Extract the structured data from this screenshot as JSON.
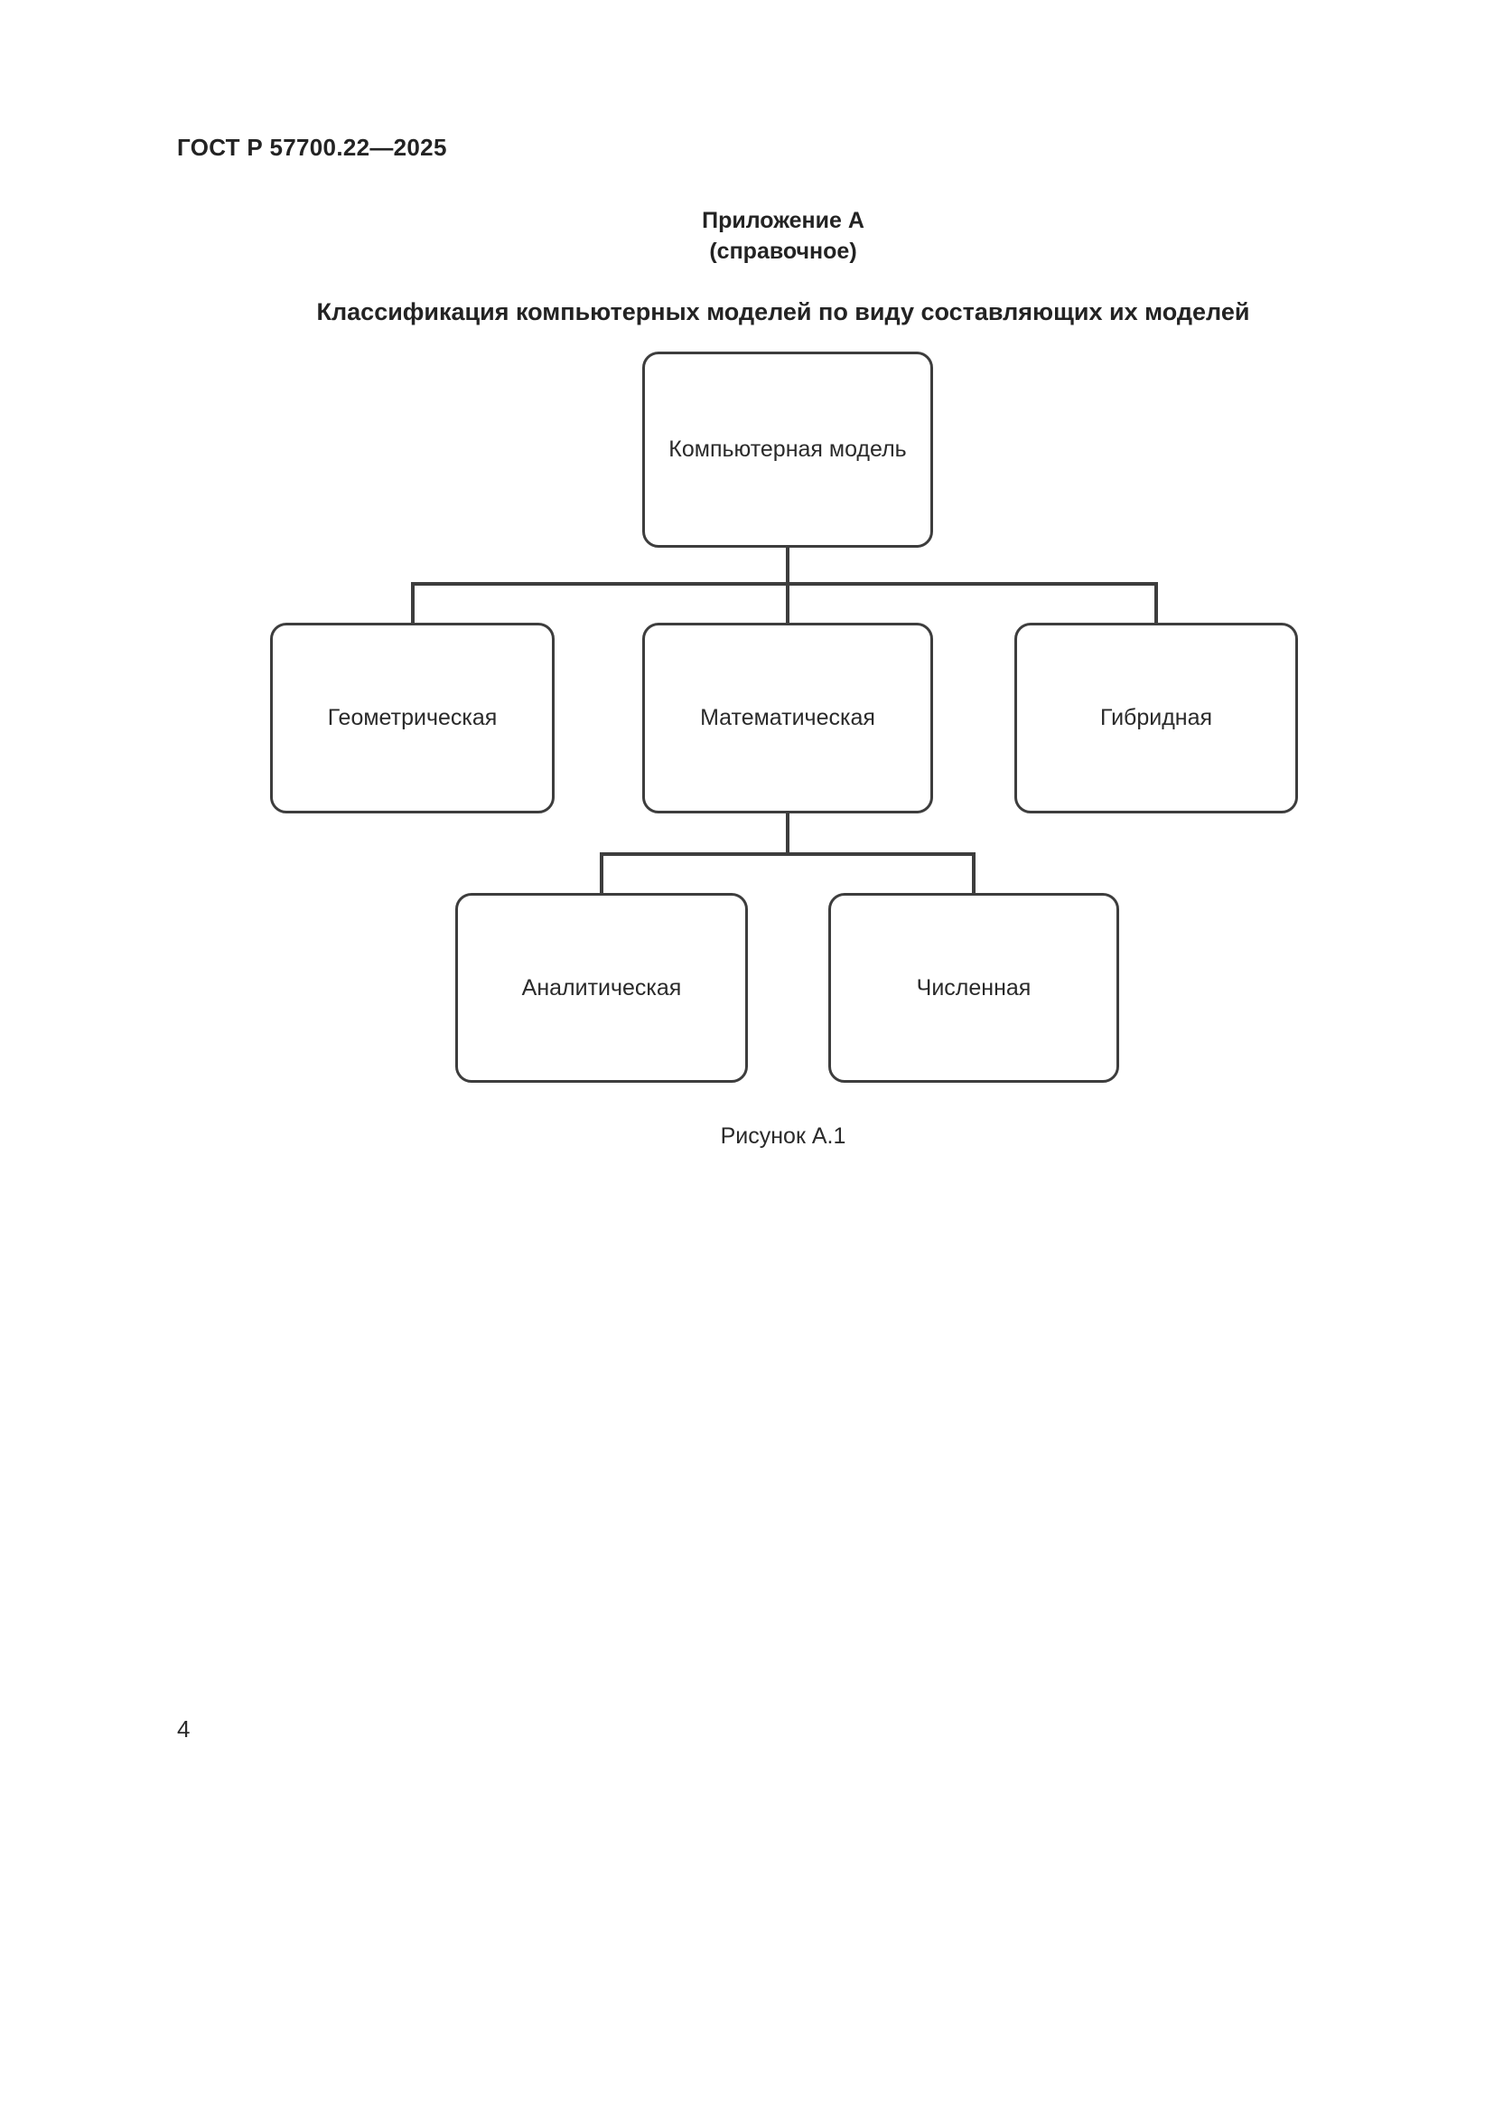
{
  "page": {
    "header": "ГОСТ Р 57700.22—2025",
    "page_number": "4"
  },
  "appendix": {
    "label": "Приложение А",
    "sublabel": "(справочное)",
    "title": "Классификация компьютерных моделей по виду составляющих их моделей"
  },
  "diagram": {
    "caption": "Рисунок А.1",
    "nodes": {
      "root": "Компьютерная модель",
      "geometric": "Геометрическая",
      "mathematical": "Математическая",
      "hybrid": "Гибридная",
      "analytical": "Аналитическая",
      "numerical": "Численная"
    }
  },
  "colors": {
    "line": "#3d3d3d",
    "text": "#2a2a2a",
    "background": "#ffffff"
  }
}
